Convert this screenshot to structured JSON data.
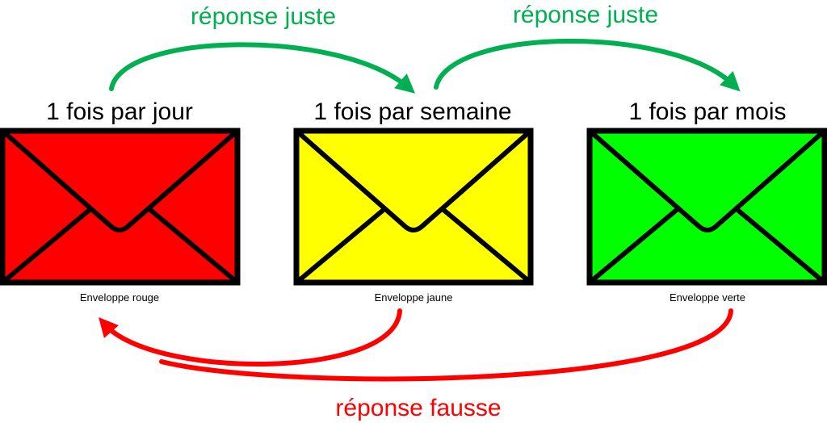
{
  "arrows": {
    "correct_label_1": "réponse juste",
    "correct_label_2": "réponse juste",
    "wrong_label": "réponse fausse",
    "correct_color": "#00b050",
    "wrong_color": "#ff0000"
  },
  "envelopes": [
    {
      "frequency": "1 fois par jour",
      "caption": "Enveloppe rouge",
      "color": "#ff0000"
    },
    {
      "frequency": "1 fois par semaine",
      "caption": "Enveloppe jaune",
      "color": "#ffff00"
    },
    {
      "frequency": "1 fois par mois",
      "caption": "Enveloppe verte",
      "color": "#00ff00"
    }
  ]
}
